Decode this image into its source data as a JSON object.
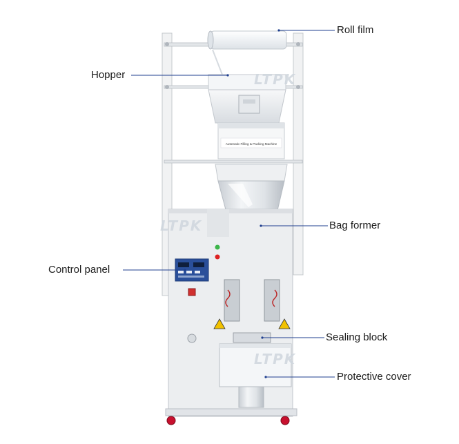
{
  "labels": {
    "roll_film": "Roll film",
    "hopper": "Hopper",
    "bag_former": "Bag former",
    "control_panel": "Control panel",
    "sealing_block": "Sealing block",
    "protective_cover": "Protective cover"
  },
  "watermark": "LTPK",
  "machine_plate_text": "Automatic Filling & Packing Machine",
  "colors": {
    "leader_line": "#1f3f8f",
    "machine_steel": "#e9ecef",
    "frame_white": "#f4f5f6",
    "panel_blue": "#2a4f9a",
    "warning_yellow": "#f2c200",
    "wheel_red": "#c8102e"
  }
}
